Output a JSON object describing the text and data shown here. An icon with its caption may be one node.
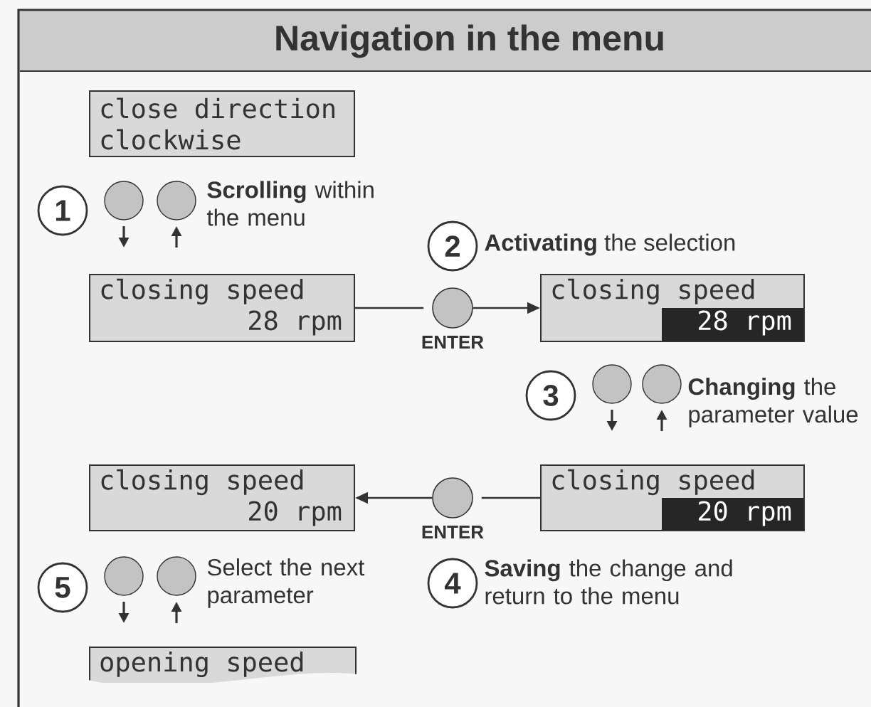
{
  "diagram": {
    "title": "Navigation in the menu",
    "nodes": [
      {
        "text": [
          "close direction",
          "clockwise"
        ]
      },
      {
        "text": [
          "closing speed",
          "28 rpm"
        ]
      },
      {
        "text": [
          "ENTER"
        ]
      },
      {
        "text": [
          "closing speed",
          "28 rpm"
        ]
      },
      {
        "text": [
          "closing speed",
          "20 rpm"
        ]
      },
      {
        "text": [
          "ENTER"
        ]
      },
      {
        "text": [
          "closing speed",
          "20 rpm"
        ]
      },
      {
        "text": [
          "opening speed"
        ]
      }
    ],
    "edges": [
      {
        "from": 1,
        "to": 2,
        "arrow": "none"
      },
      {
        "from": 2,
        "to": 3,
        "arrow": "to"
      },
      {
        "from": 4,
        "to": 5,
        "arrow": "none"
      },
      {
        "from": 5,
        "to": 6,
        "arrow": "to"
      }
    ],
    "labels": [
      "1",
      "**Scrolling** within the menu",
      "2",
      "**Activating** the selection",
      "3",
      "**Changing** the parameter value",
      "4",
      "**Saving** the change and return to the menu",
      "5",
      "Select the next parameter"
    ]
  }
}
